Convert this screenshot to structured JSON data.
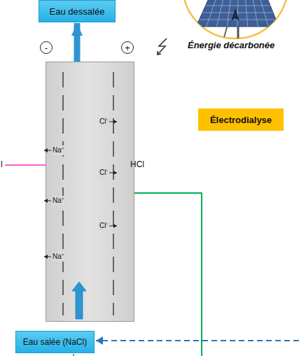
{
  "diagram": {
    "nodes": [
      {
        "text": [
          "Eau dessalée"
        ]
      },
      {
        "text": [
          "-"
        ]
      },
      {
        "text": [
          "+"
        ]
      },
      {
        "text": [
          "Cl⁻",
          "Na⁺",
          "Cl⁻",
          "Na⁺",
          "Cl⁻",
          "Na⁺"
        ]
      },
      {
        "text": [
          "Électrodialyse"
        ]
      },
      {
        "text": [
          "Eau salée (NaCl)"
        ]
      }
    ],
    "edges": [
      {
        "from": 3,
        "to": 0,
        "arrow": "to"
      }
    ],
    "labels": [
      "Énergie décarbonée",
      "HCl",
      "l"
    ]
  }
}
